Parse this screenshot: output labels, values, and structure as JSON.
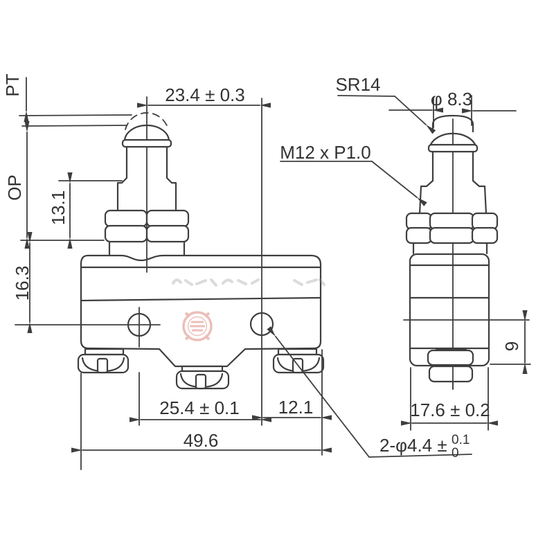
{
  "diagram": {
    "type": "technical-drawing",
    "subject": "plunger micro limit switch, front and side views with dimensions",
    "colors": {
      "line": "#3e3e3e",
      "text": "#333333",
      "watermark": "#c8402e",
      "background": "#ffffff"
    },
    "front_view": {
      "labels": {
        "pretravel": "PT",
        "operating_position": "OP",
        "center_to_hole": "23.4 ± 0.3",
        "plunger_height": "13.1",
        "nut_to_hole_center": "16.3",
        "hole_spacing": "25.4 ± 0.1",
        "hole_to_edge": "12.1",
        "body_width": "49.6",
        "mounting_hole_note": "2-φ4.4 ±",
        "mounting_hole_tol_upper": "0.1",
        "mounting_hole_tol_lower": "0"
      }
    },
    "side_view": {
      "labels": {
        "plunger_sphere_radius": "SR14",
        "thread_spec": "M12 x P1.0",
        "plunger_diameter": "φ 8.3",
        "base_height": "9",
        "body_depth": "17.6 ± 0.2"
      }
    }
  }
}
